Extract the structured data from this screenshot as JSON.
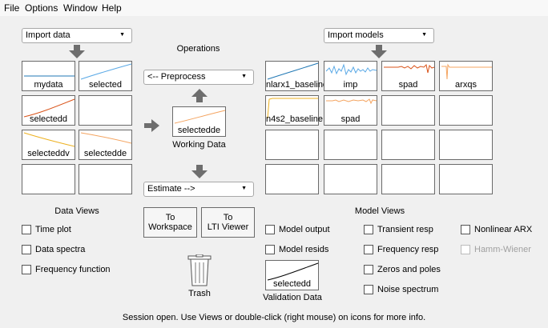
{
  "menu": [
    "File",
    "Options",
    "Window",
    "Help"
  ],
  "import_data": "Import data",
  "import_models": "Import models",
  "operations": "Operations",
  "preprocess": "<-- Preprocess",
  "estimate": "Estimate -->",
  "working_data": {
    "name": "selectedde",
    "label": "Working Data"
  },
  "to_workspace": [
    "To",
    "Workspace"
  ],
  "to_lti": [
    "To",
    "LTI Viewer"
  ],
  "trash": "Trash",
  "data_tiles": [
    "mydata",
    "selected",
    "selectedd",
    "",
    "selecteddv",
    "selectedde",
    "",
    ""
  ],
  "model_tiles": [
    "nlarx1_baseline",
    "imp",
    "spad",
    "arxqs",
    "n4s2_baseline",
    "spad"
  ],
  "data_views": {
    "title": "Data Views",
    "items": [
      "Time plot",
      "Data spectra",
      "Frequency function"
    ]
  },
  "model_views": {
    "title": "Model Views",
    "col1": [
      "Model output",
      "Model resids"
    ],
    "col2": [
      "Transient resp",
      "Frequency resp",
      "Zeros and poles",
      "Noise spectrum"
    ],
    "col3": [
      "Nonlinear ARX",
      "Hamm-Wiener"
    ]
  },
  "validation_data": {
    "name": "selectedd",
    "label": "Validation Data"
  },
  "status": "Session open. Use Views or double-click (right mouse) on icons for more info.",
  "colors": {
    "blue": "#1f77b4",
    "lightblue": "#5aa9e6",
    "orange": "#d95319",
    "lightorange": "#f4a460",
    "yellow": "#edb120"
  }
}
